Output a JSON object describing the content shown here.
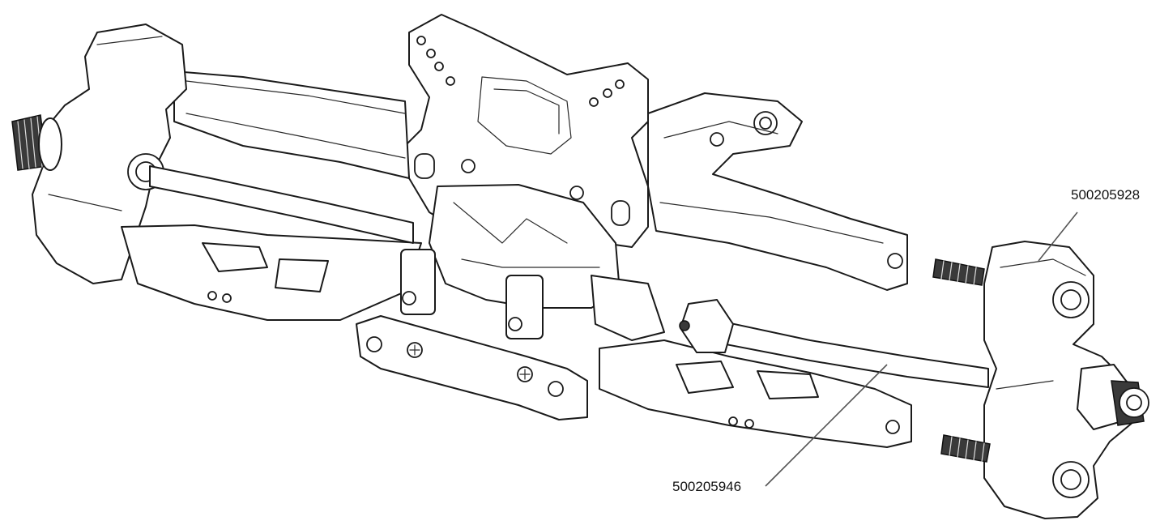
{
  "callouts": [
    {
      "id": "upright",
      "part_number": "500205928"
    },
    {
      "id": "driveshaft",
      "part_number": "500205946"
    }
  ],
  "colors": {
    "line": "#1a1a1a",
    "fill": "#ffffff",
    "leader": "#555555"
  }
}
